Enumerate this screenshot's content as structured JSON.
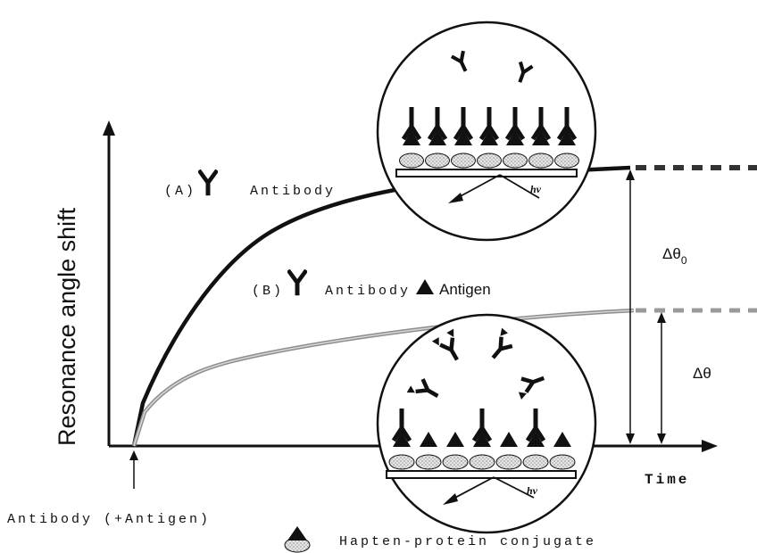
{
  "axes": {
    "y_label": "Resonance angle shift",
    "x_label": "Time"
  },
  "curves": [
    {
      "prefix": "(A)",
      "text": "Antibody"
    },
    {
      "prefix": "(B)",
      "text_part1": "Antibody +",
      "text_part2": "Antigen"
    }
  ],
  "deltas": {
    "delta0_symbol": "Δθ",
    "delta0_subscript": "0",
    "delta_symbol": "Δθ"
  },
  "light_label": "hν",
  "injection_label": "Antibody (+Antigen)",
  "legend_label": "Hapten-protein conjugate",
  "colors": {
    "curve_a": "#111111",
    "curve_b": "#9a9a9a",
    "ink": "#111111",
    "bead_fill": "#d8d8d8"
  }
}
